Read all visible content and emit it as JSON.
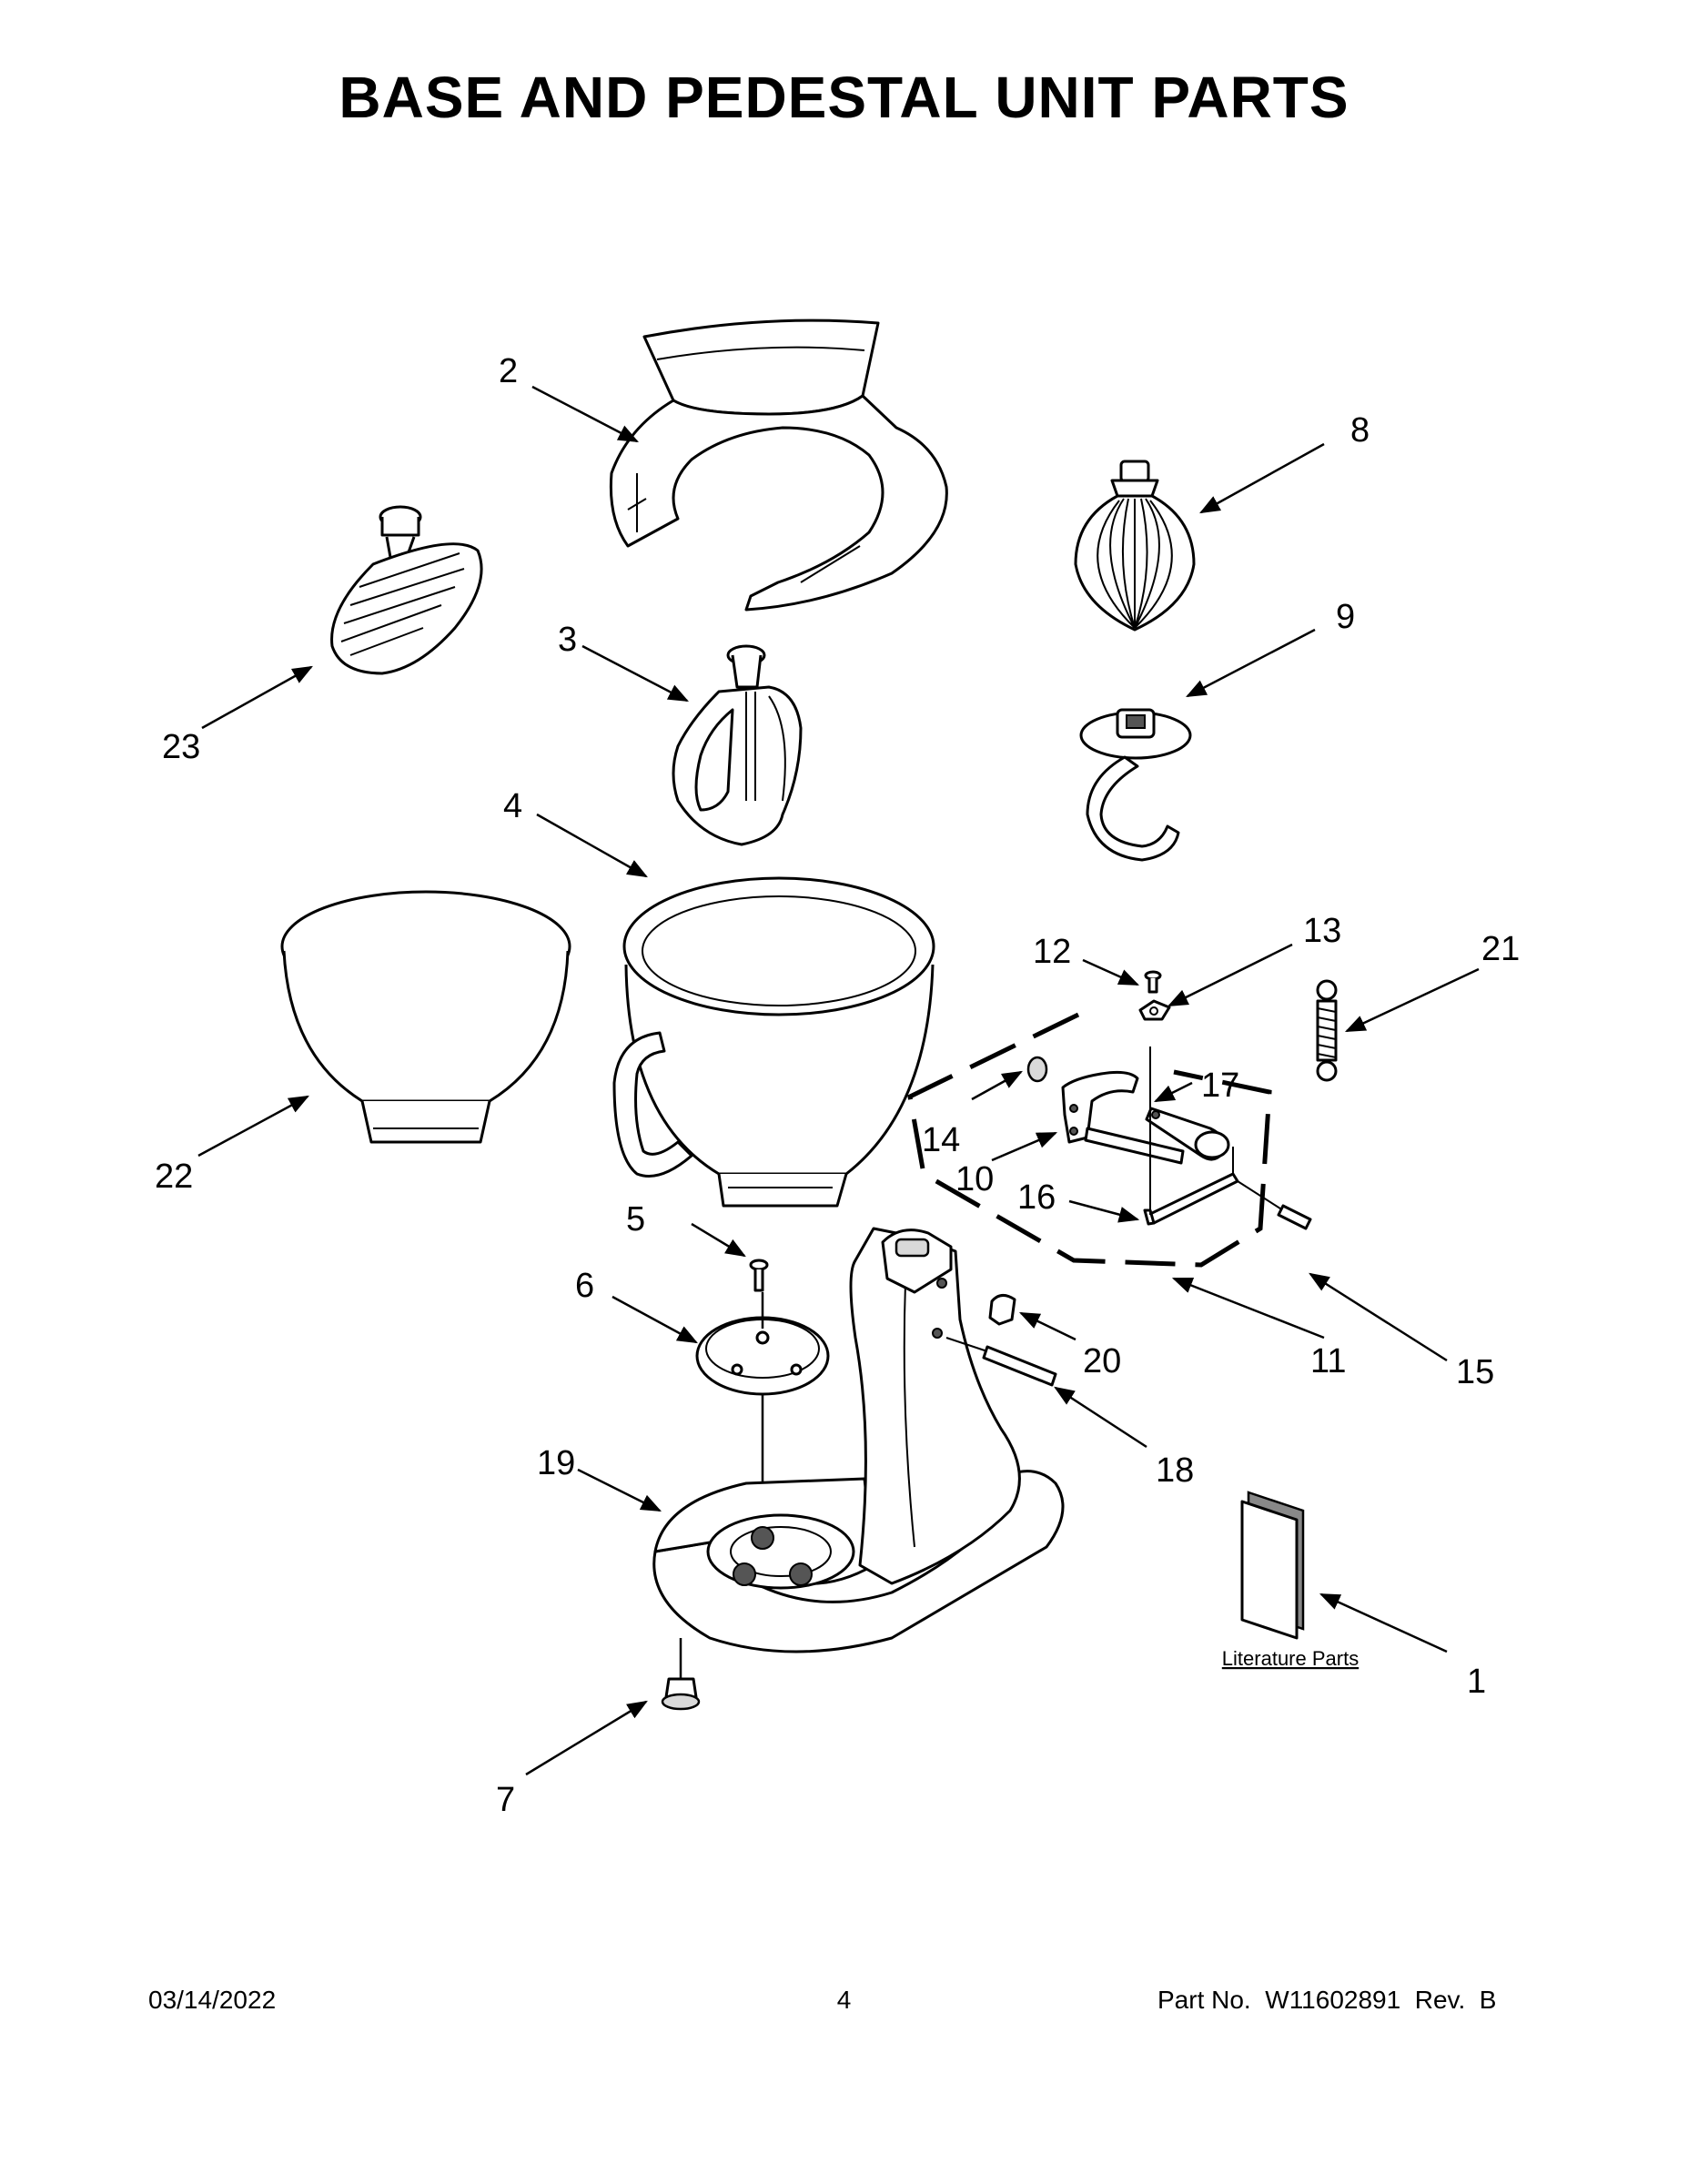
{
  "title": "BASE AND PEDESTAL UNIT PARTS",
  "callouts": [
    "1",
    "2",
    "3",
    "4",
    "5",
    "6",
    "7",
    "8",
    "9",
    "10",
    "11",
    "12",
    "13",
    "14",
    "15",
    "16",
    "17",
    "18",
    "19",
    "20",
    "21",
    "22",
    "23"
  ],
  "literature_label": "Literature Parts",
  "footer": {
    "date": "03/14/2022",
    "page": "4",
    "part_number": "Part No.  W11602891  Rev.  B"
  }
}
